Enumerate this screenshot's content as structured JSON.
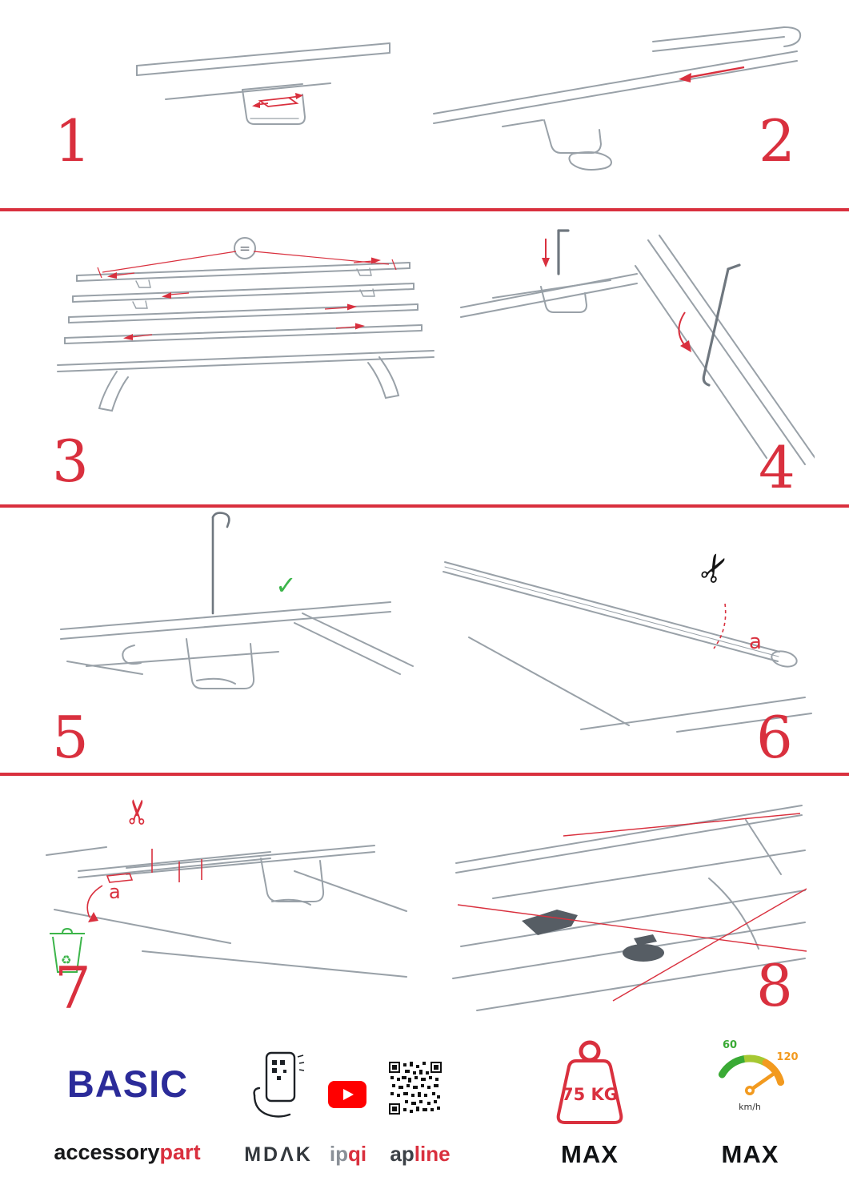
{
  "accent": {
    "red": "#d9303e",
    "blue": "#2b2b99",
    "green": "#3cb54a",
    "orange": "#f29a1f"
  },
  "steps": [
    {
      "number": "1"
    },
    {
      "number": "2"
    },
    {
      "number": "3",
      "equal_mark": "="
    },
    {
      "number": "4"
    },
    {
      "number": "5",
      "check_mark": "✓"
    },
    {
      "number": "6",
      "scissors": "✂",
      "label_a": "a"
    },
    {
      "number": "7",
      "scissors": "✂",
      "label_a": "a",
      "recycle": "♻"
    },
    {
      "number": "8"
    }
  ],
  "footer": {
    "brand_title": "BASIC",
    "brand_sub_black": "accessory",
    "brand_sub_red": "part",
    "logo_mdak": "MDΛK",
    "logo_ipqi_gray": "ip",
    "logo_ipqi_red": "qi",
    "logo_apline_gray": "ap",
    "logo_apline_red": "line",
    "weight_value": "75 KG",
    "weight_max_label": "MAX",
    "speed_tick_low": "60",
    "speed_tick_high": "120",
    "speed_unit": "km/h",
    "speed_max_label": "MAX"
  }
}
